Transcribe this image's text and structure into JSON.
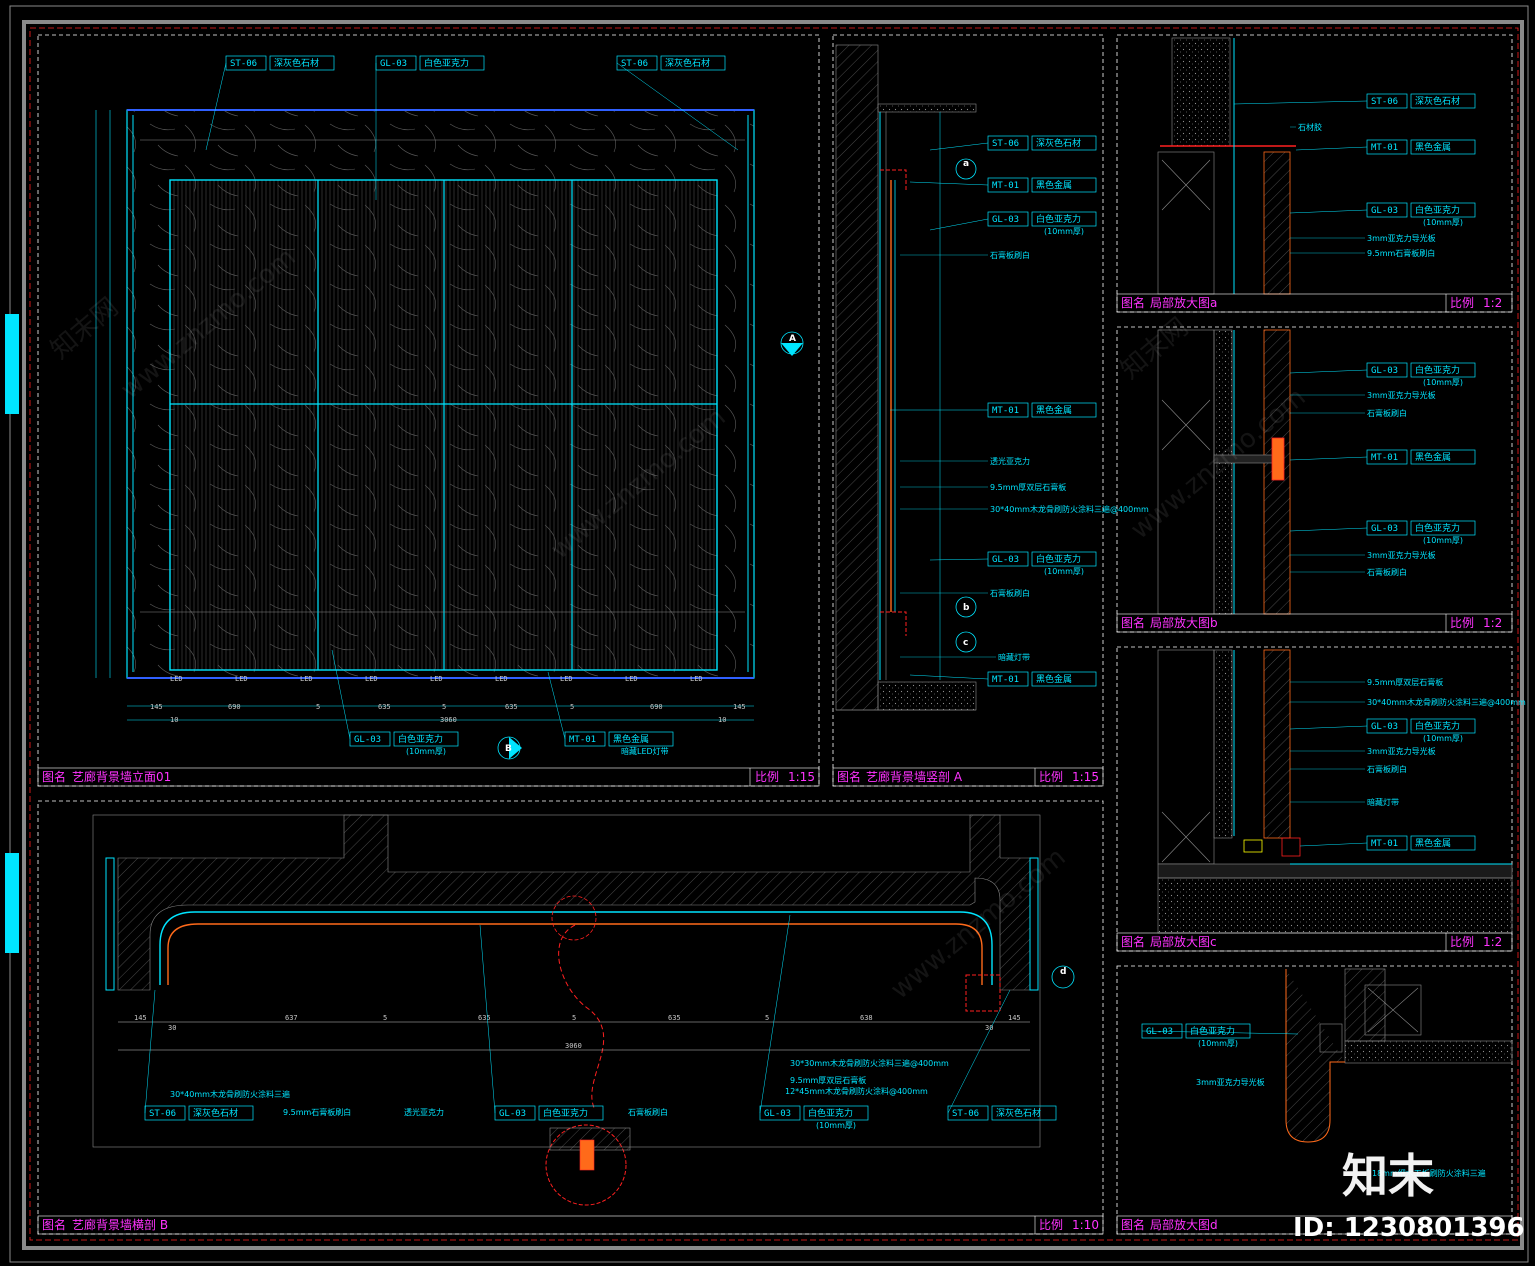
{
  "colors": {
    "background": "#000000",
    "cyan": "#00e5ff",
    "magenta": "#ff33ff",
    "red": "#ff2020",
    "white": "#ffffff",
    "gray": "#8a8a8a",
    "orange": "#ff6a1a"
  },
  "panels": {
    "elevation": {
      "title_label": "图名",
      "title": "艺廊背景墙立面01",
      "scale_label": "比例",
      "scale": "1:15"
    },
    "section_a": {
      "title_label": "图名",
      "title": "艺廊背景墙竖剖 A",
      "scale_label": "比例",
      "scale": "1:15"
    },
    "plan_b": {
      "title_label": "图名",
      "title": "艺廊背景墙横剖 B",
      "scale_label": "比例",
      "scale": "1:10"
    },
    "detail_a": {
      "title_label": "图名",
      "title": "局部放大图a",
      "scale_label": "比例",
      "scale": "1:2"
    },
    "detail_b": {
      "title_label": "图名",
      "title": "局部放大图b",
      "scale_label": "比例",
      "scale": "1:2"
    },
    "detail_c": {
      "title_label": "图名",
      "title": "局部放大图c",
      "scale_label": "比例",
      "scale": "1:2"
    },
    "detail_d": {
      "title_label": "图名",
      "title": "局部放大图d"
    }
  },
  "elevation_tags": [
    {
      "code": "ST-06",
      "name": "深灰色石材"
    },
    {
      "code": "GL-03",
      "name": "白色亚克力"
    },
    {
      "code": "ST-06",
      "name": "深灰色石材"
    },
    {
      "code": "GL-03",
      "name": "白色亚克力",
      "sub": "(10mm厚)"
    },
    {
      "code": "MT-01",
      "name": "黑色金属",
      "sub": "暗藏LED灯带"
    }
  ],
  "elevation_dims": [
    "145",
    "690",
    "5",
    "635",
    "5",
    "635",
    "5",
    "690",
    "145",
    "10",
    "3060",
    "10"
  ],
  "elevation_led": "LED",
  "section_a_tags": [
    {
      "code": "ST-06",
      "name": "深灰色石材"
    },
    {
      "code": "MT-01",
      "name": "黑色金属"
    },
    {
      "code": "GL-03",
      "name": "白色亚克力",
      "sub": "(10mm厚)"
    },
    {
      "code": "MT-01",
      "name": "黑色金属"
    },
    {
      "code": "GL-03",
      "name": "白色亚克力",
      "sub": "(10mm厚)"
    },
    {
      "code": "MT-01",
      "name": "黑色金属"
    }
  ],
  "section_a_notes": [
    "石膏板刷白",
    "透光亚克力",
    "9.5mm厚双层石膏板",
    "30*40mm木龙骨刷防火涂料三遍@400mm",
    "石膏板刷白",
    "暗藏灯带"
  ],
  "markers": {
    "a": "a",
    "b": "b",
    "c": "c",
    "d": "d",
    "A": "A",
    "B": "B"
  },
  "detail_a_tags": [
    {
      "code": "ST-06",
      "name": "深灰色石材"
    },
    {
      "code": "MT-01",
      "name": "黑色金属"
    },
    {
      "code": "GL-03",
      "name": "白色亚克力",
      "sub": "(10mm厚)"
    }
  ],
  "detail_a_notes": [
    "3mm亚克力导光板",
    "9.5mm石膏板刷白",
    "石材胶"
  ],
  "detail_b_tags": [
    {
      "code": "GL-03",
      "name": "白色亚克力",
      "sub": "(10mm厚)"
    },
    {
      "code": "MT-01",
      "name": "黑色金属"
    },
    {
      "code": "GL-03",
      "name": "白色亚克力",
      "sub": "(10mm厚)"
    }
  ],
  "detail_b_notes": [
    "3mm亚克力导光板",
    "石膏板刷白",
    "3mm亚克力导光板",
    "石膏板刷白"
  ],
  "detail_c_tags": [
    {
      "code": "GL-03",
      "name": "白色亚克力",
      "sub": "(10mm厚)"
    },
    {
      "code": "MT-01",
      "name": "黑色金属"
    }
  ],
  "detail_c_notes": [
    "9.5mm厚双层石膏板",
    "30*40mm木龙骨刷防火涂料三遍@400mm",
    "3mm亚克力导光板",
    "石膏板刷白",
    "暗藏灯带"
  ],
  "plan_b_tags": [
    {
      "code": "ST-06",
      "name": "深灰色石材"
    },
    {
      "code": "GL-03",
      "name": "白色亚克力"
    },
    {
      "code": "GL-03",
      "name": "白色亚克力",
      "sub": "(10mm厚)"
    },
    {
      "code": "ST-06",
      "name": "深灰色石材"
    }
  ],
  "plan_b_notes": [
    "30*40mm木龙骨刷防火涂料三遍",
    "9.5mm石膏板刷白",
    "透光亚克力",
    "石膏板刷白",
    "30*30mm木龙骨刷防火涂料三遍@400mm",
    "9.5mm厚双层石膏板",
    "12*45mm木龙骨刷防火涂料@400mm"
  ],
  "plan_b_dims": [
    "145",
    "30",
    "637",
    "5",
    "635",
    "5",
    "635",
    "5",
    "638",
    "30",
    "145",
    "3060"
  ],
  "detail_d_tag": {
    "code": "GL-03",
    "name": "白色亚克力",
    "sub": "(10mm厚)"
  },
  "detail_d_notes": [
    "3mm亚克力导光板",
    "18mm细木工板刷防火涂料三遍"
  ],
  "watermark": {
    "site": "www.znzmo.com",
    "cn": "知末网",
    "brand": "知末",
    "id": "ID: 1230801396"
  }
}
